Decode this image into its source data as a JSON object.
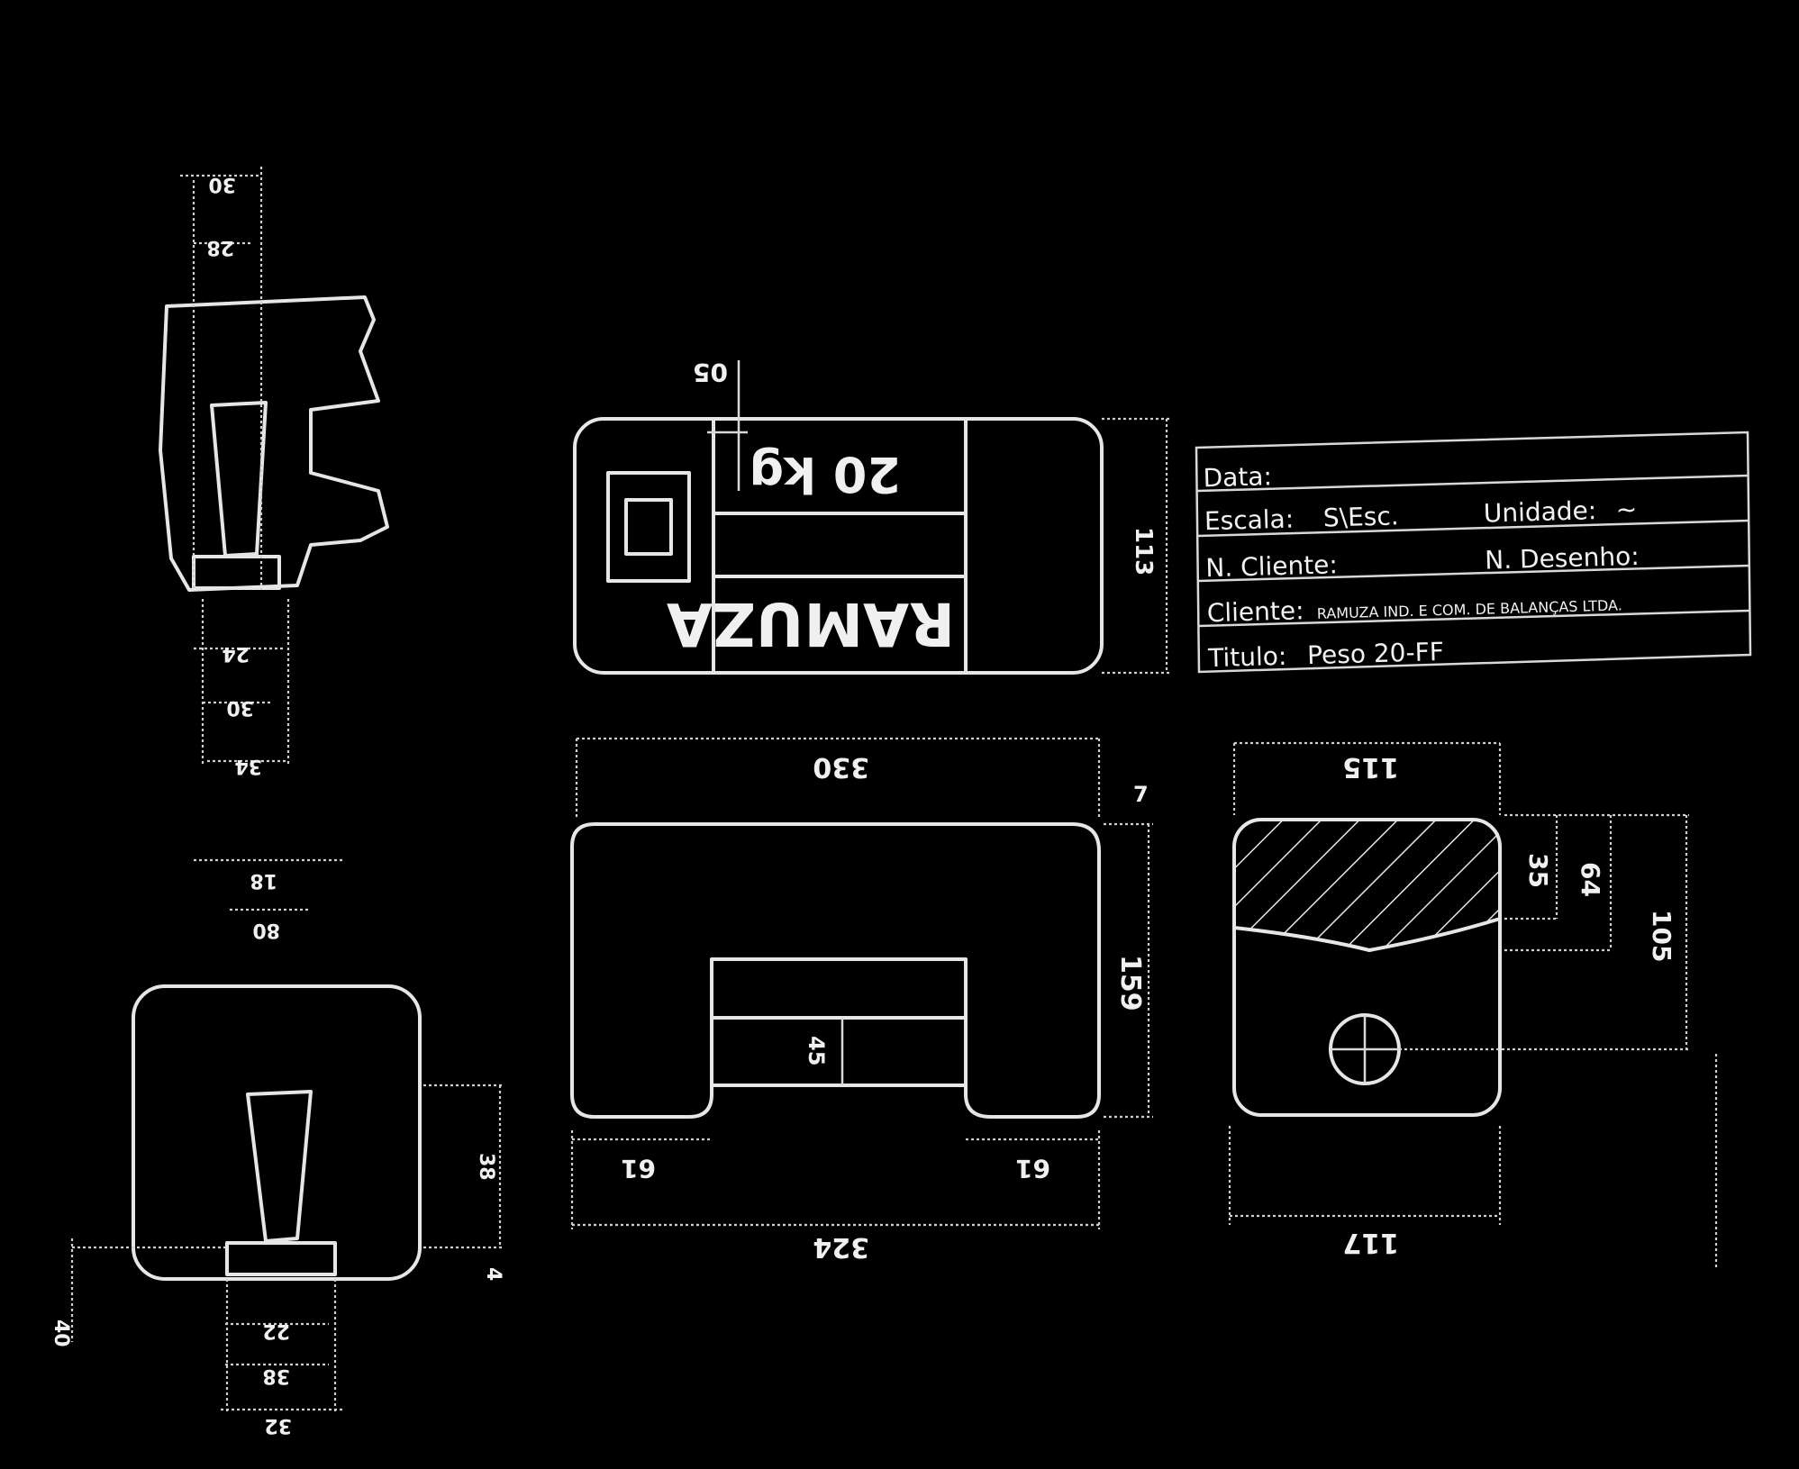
{
  "colors": {
    "background": "#000000",
    "line": "#e6e6e6"
  },
  "title_block": {
    "row_data": "Data:",
    "row_escala_label": "Escala:",
    "row_escala_value": "S\\Esc.",
    "row_unidade_label": "Unidade:",
    "row_unidade_value": "~",
    "row_ncliente_label": "N. Cliente:",
    "row_ndesenho_label": "N. Desenho:",
    "row_cliente_label": "Cliente:",
    "row_cliente_value": "RAMUZA IND. E COM. DE BALANÇAS LTDA.",
    "row_titulo_label": "Titulo:",
    "row_titulo_value": "Peso 20-FF"
  },
  "top_view": {
    "weight_label": "20 kg",
    "brand_label": "RAMUZA",
    "dim_height": "113",
    "dim_small": "05"
  },
  "front_view": {
    "dim_top": "330",
    "dim_bottom": "324",
    "dim_height": "159",
    "dim_inner": "45",
    "dim_left_foot": "61",
    "dim_right_foot": "61",
    "tick_label": "7"
  },
  "side_view": {
    "dim_top": "115",
    "dim_bottom": "117",
    "dim_a": "35",
    "dim_b": "64",
    "dim_c": "105"
  },
  "detail_upper": {
    "dims": [
      "30",
      "28",
      "24",
      "30",
      "34"
    ]
  },
  "detail_lower": {
    "dims": [
      "18",
      "80",
      "38",
      "4",
      "22",
      "38",
      "32",
      "40"
    ]
  }
}
